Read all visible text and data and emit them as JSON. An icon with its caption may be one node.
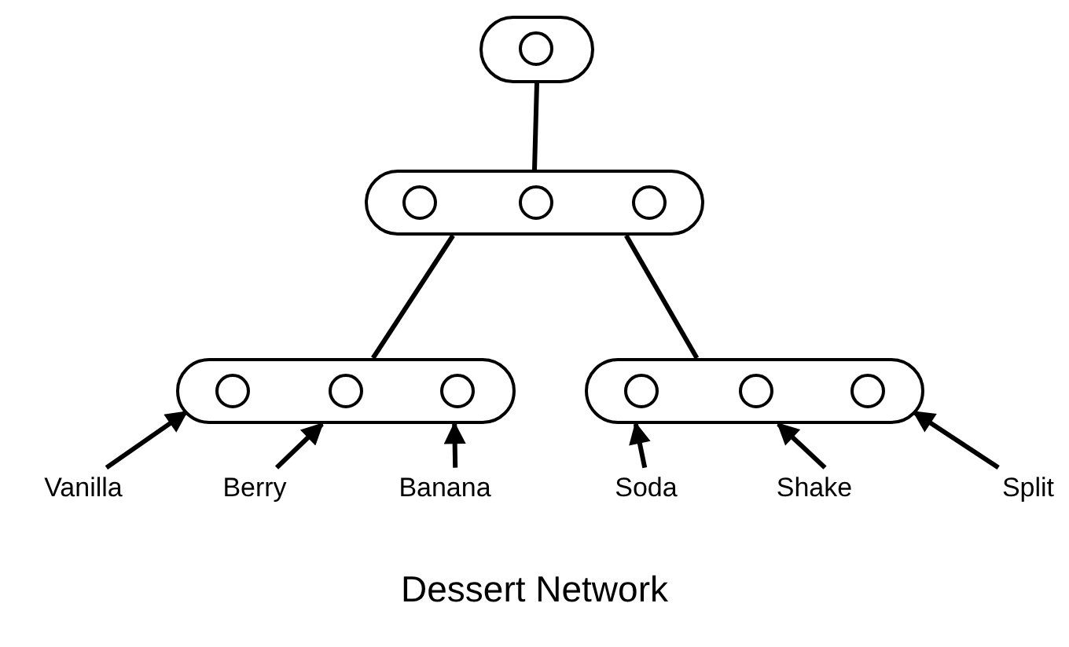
{
  "diagram": {
    "caption": "Dessert Network",
    "nodes": [
      {
        "text": [],
        "shape": "box"
      },
      {
        "text": [],
        "shape": "circle",
        "in": 0
      },
      {
        "text": [],
        "shape": "box"
      },
      {
        "text": [],
        "shape": "circle",
        "in": 2
      },
      {
        "text": [],
        "shape": "circle",
        "in": 2
      },
      {
        "text": [],
        "shape": "circle",
        "in": 2
      },
      {
        "text": [],
        "shape": "box"
      },
      {
        "text": [],
        "shape": "circle",
        "in": 6
      },
      {
        "text": [],
        "shape": "circle",
        "in": 6
      },
      {
        "text": [],
        "shape": "circle",
        "in": 6
      },
      {
        "text": [],
        "shape": "box"
      },
      {
        "text": [],
        "shape": "circle",
        "in": 10
      },
      {
        "text": [],
        "shape": "circle",
        "in": 10
      },
      {
        "text": [],
        "shape": "circle",
        "in": 10
      },
      {
        "text": [
          "Vanilla"
        ]
      },
      {
        "text": [
          "Berry"
        ]
      },
      {
        "text": [
          "Banana"
        ]
      },
      {
        "text": [
          "Soda"
        ]
      },
      {
        "text": [
          "Shake"
        ]
      },
      {
        "text": [
          "Split"
        ]
      }
    ],
    "edges": [
      {
        "from": 0,
        "to": 2,
        "arrow": "none"
      },
      {
        "from": 2,
        "to": 6,
        "arrow": "none"
      },
      {
        "from": 2,
        "to": 10,
        "arrow": "none"
      },
      {
        "from": 14,
        "to": 6,
        "arrow": "to"
      },
      {
        "from": 15,
        "to": 6,
        "arrow": "to"
      },
      {
        "from": 16,
        "to": 6,
        "arrow": "to"
      },
      {
        "from": 17,
        "to": 10,
        "arrow": "to"
      },
      {
        "from": 18,
        "to": 10,
        "arrow": "to"
      },
      {
        "from": 19,
        "to": 10,
        "arrow": "to"
      }
    ]
  }
}
